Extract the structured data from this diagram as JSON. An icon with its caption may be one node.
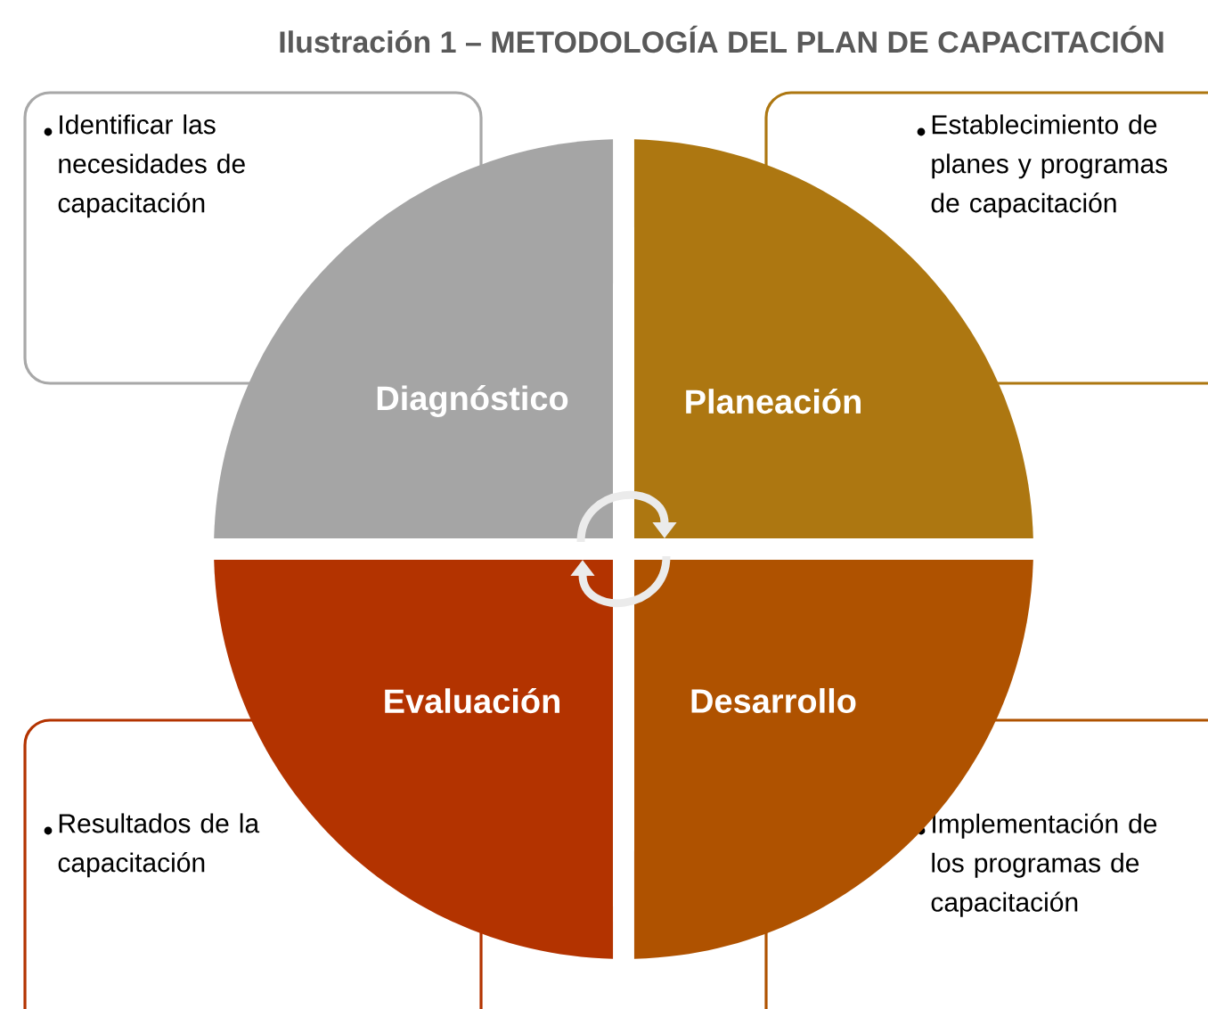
{
  "diagram": {
    "title": "Ilustración 1 – METODOLOGÍA DEL PLAN DE CAPACITACIÓN",
    "nodes": [
      {
        "text": [
          "Identificar las necesidades de capacitación"
        ]
      },
      {
        "text": [
          "Establecimiento de planes y programas de capacitación"
        ]
      },
      {
        "text": [
          "Diagnóstico"
        ]
      },
      {
        "text": [
          "Planeación"
        ]
      },
      {
        "text": [
          "Evaluación"
        ]
      },
      {
        "text": [
          "Desarrollo"
        ]
      },
      {
        "text": [
          "Resultados de la capacitación"
        ]
      },
      {
        "text": [
          "Implementación de los programas de capacitación"
        ]
      }
    ],
    "edges": [
      {
        "from": 2,
        "to": 3,
        "arrow": "to"
      },
      {
        "from": 5,
        "to": 4,
        "arrow": "to"
      }
    ]
  }
}
